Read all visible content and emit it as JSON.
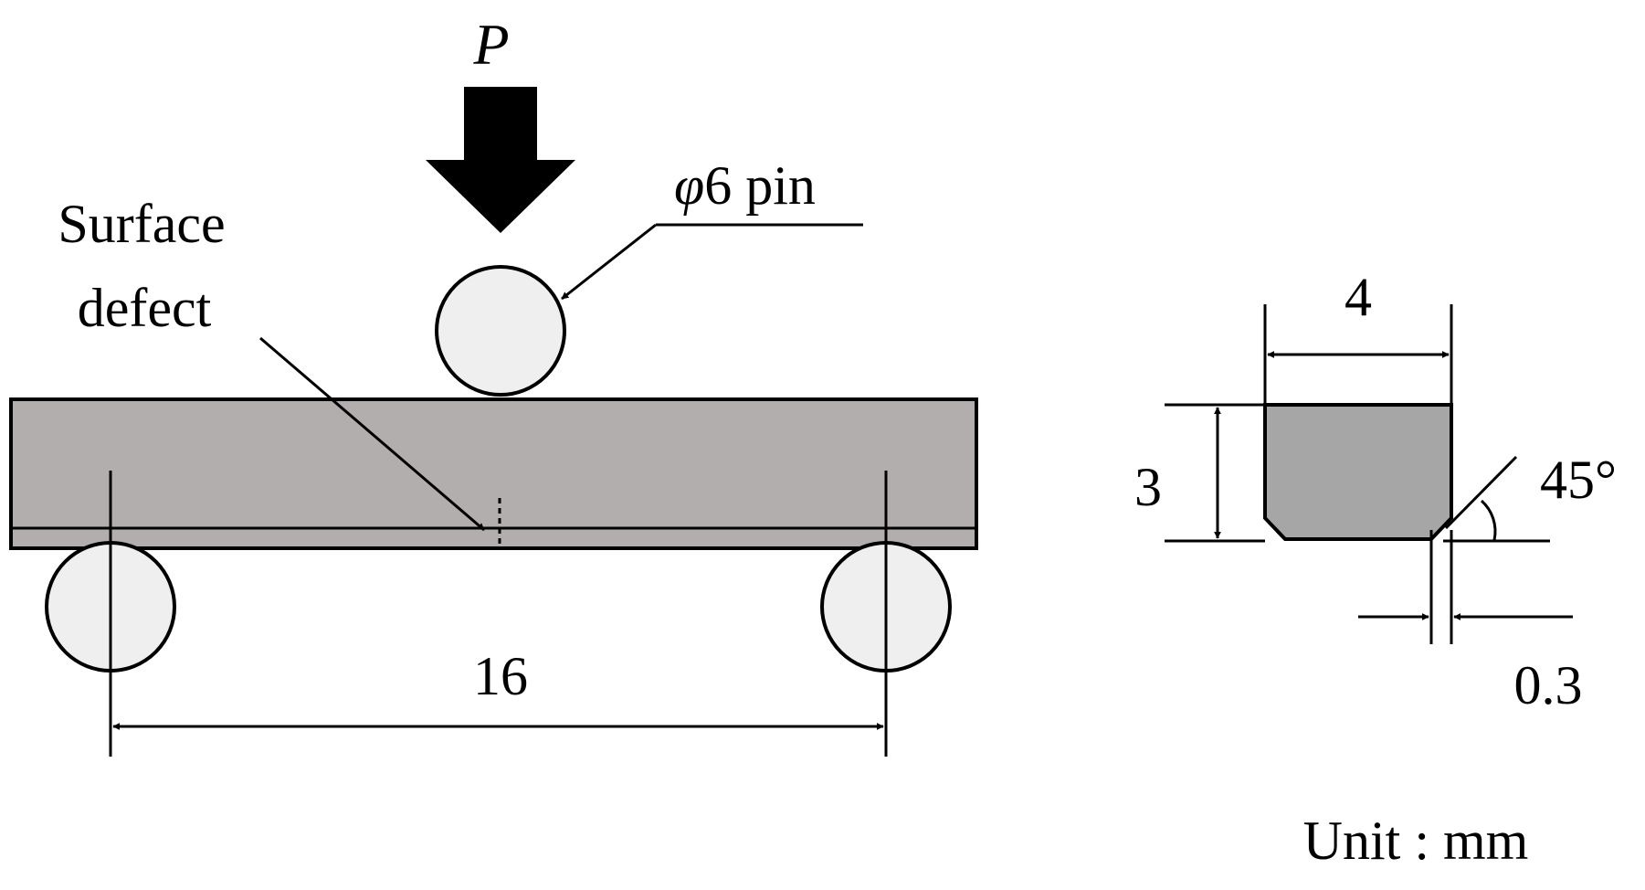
{
  "load": {
    "label": "P"
  },
  "pin": {
    "label": "φ6 pin"
  },
  "defect": {
    "label_line1": "Surface",
    "label_line2": "defect"
  },
  "span": {
    "value": "16"
  },
  "cross_section": {
    "width": "4",
    "height": "3",
    "chamfer_angle": "45°",
    "chamfer_size": "0.3"
  },
  "unit": {
    "label": "Unit : mm"
  },
  "colors": {
    "specimen": "#b2aeae",
    "cross_section": "#a6a6a6",
    "pins": "#efefef",
    "line": "#000000"
  }
}
